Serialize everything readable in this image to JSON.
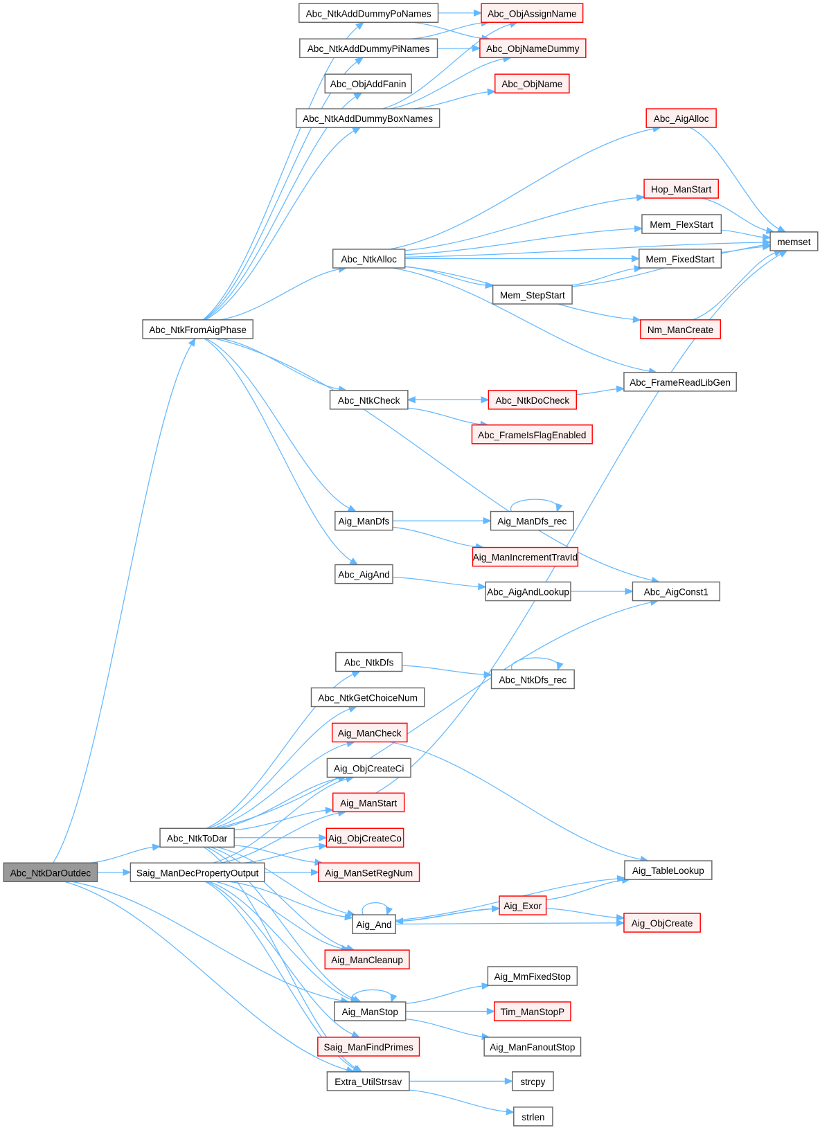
{
  "graph": {
    "title": "Call graph of Abc_NtkDarOutdec",
    "edge_color": "#63b8ff",
    "highlight_border_color": "#ff0000",
    "root_fill_color": "#999999",
    "nodes": [
      {
        "id": "Abc_NtkDarOutdec",
        "label": "Abc_NtkDarOutdec",
        "style": "root"
      },
      {
        "id": "Abc_NtkFromAigPhase",
        "label": "Abc_NtkFromAigPhase",
        "style": "normal"
      },
      {
        "id": "Abc_NtkToDar",
        "label": "Abc_NtkToDar",
        "style": "normal"
      },
      {
        "id": "Saig_ManDecPropertyOutput",
        "label": "Saig_ManDecPropertyOutput",
        "style": "normal"
      },
      {
        "id": "Abc_NtkAddDummyPoNames",
        "label": "Abc_NtkAddDummyPoNames",
        "style": "normal"
      },
      {
        "id": "Abc_NtkAddDummyPiNames",
        "label": "Abc_NtkAddDummyPiNames",
        "style": "normal"
      },
      {
        "id": "Abc_ObjAddFanin",
        "label": "Abc_ObjAddFanin",
        "style": "normal"
      },
      {
        "id": "Abc_NtkAddDummyBoxNames",
        "label": "Abc_NtkAddDummyBoxNames",
        "style": "normal"
      },
      {
        "id": "Abc_ObjAssignName",
        "label": "Abc_ObjAssignName",
        "style": "red"
      },
      {
        "id": "Abc_ObjNameDummy",
        "label": "Abc_ObjNameDummy",
        "style": "red"
      },
      {
        "id": "Abc_ObjName",
        "label": "Abc_ObjName",
        "style": "red"
      },
      {
        "id": "Abc_AigAlloc",
        "label": "Abc_AigAlloc",
        "style": "red"
      },
      {
        "id": "Hop_ManStart",
        "label": "Hop_ManStart",
        "style": "red"
      },
      {
        "id": "Mem_FlexStart",
        "label": "Mem_FlexStart",
        "style": "normal"
      },
      {
        "id": "Mem_FixedStart",
        "label": "Mem_FixedStart",
        "style": "normal"
      },
      {
        "id": "memset",
        "label": "memset",
        "style": "normal"
      },
      {
        "id": "Abc_NtkAlloc",
        "label": "Abc_NtkAlloc",
        "style": "normal"
      },
      {
        "id": "Mem_StepStart",
        "label": "Mem_StepStart",
        "style": "normal"
      },
      {
        "id": "Nm_ManCreate",
        "label": "Nm_ManCreate",
        "style": "red"
      },
      {
        "id": "Abc_FrameReadLibGen",
        "label": "Abc_FrameReadLibGen",
        "style": "normal"
      },
      {
        "id": "Abc_NtkCheck",
        "label": "Abc_NtkCheck",
        "style": "normal"
      },
      {
        "id": "Abc_NtkDoCheck",
        "label": "Abc_NtkDoCheck",
        "style": "red"
      },
      {
        "id": "Abc_FrameIsFlagEnabled",
        "label": "Abc_FrameIsFlagEnabled",
        "style": "red"
      },
      {
        "id": "Aig_ManDfs",
        "label": "Aig_ManDfs",
        "style": "normal"
      },
      {
        "id": "Aig_ManDfs_rec",
        "label": "Aig_ManDfs_rec",
        "style": "normal"
      },
      {
        "id": "Aig_ManIncrementTravId",
        "label": "Aig_ManIncrementTravId",
        "style": "red"
      },
      {
        "id": "Abc_AigAnd",
        "label": "Abc_AigAnd",
        "style": "normal"
      },
      {
        "id": "Abc_AigAndLookup",
        "label": "Abc_AigAndLookup",
        "style": "normal"
      },
      {
        "id": "Abc_AigConst1",
        "label": "Abc_AigConst1",
        "style": "normal"
      },
      {
        "id": "Abc_NtkDfs",
        "label": "Abc_NtkDfs",
        "style": "normal"
      },
      {
        "id": "Abc_NtkDfs_rec",
        "label": "Abc_NtkDfs_rec",
        "style": "normal"
      },
      {
        "id": "Abc_NtkGetChoiceNum",
        "label": "Abc_NtkGetChoiceNum",
        "style": "normal"
      },
      {
        "id": "Aig_ManCheck",
        "label": "Aig_ManCheck",
        "style": "red"
      },
      {
        "id": "Aig_ObjCreateCi",
        "label": "Aig_ObjCreateCi",
        "style": "normal"
      },
      {
        "id": "Aig_ManStart",
        "label": "Aig_ManStart",
        "style": "red"
      },
      {
        "id": "Aig_ObjCreateCo",
        "label": "Aig_ObjCreateCo",
        "style": "red"
      },
      {
        "id": "Aig_ManSetRegNum",
        "label": "Aig_ManSetRegNum",
        "style": "red"
      },
      {
        "id": "Aig_TableLookup",
        "label": "Aig_TableLookup",
        "style": "normal"
      },
      {
        "id": "Aig_Exor",
        "label": "Aig_Exor",
        "style": "red"
      },
      {
        "id": "Aig_And",
        "label": "Aig_And",
        "style": "normal"
      },
      {
        "id": "Aig_ObjCreate",
        "label": "Aig_ObjCreate",
        "style": "red"
      },
      {
        "id": "Aig_ManCleanup",
        "label": "Aig_ManCleanup",
        "style": "red"
      },
      {
        "id": "Aig_MmFixedStop",
        "label": "Aig_MmFixedStop",
        "style": "normal"
      },
      {
        "id": "Aig_ManStop",
        "label": "Aig_ManStop",
        "style": "normal"
      },
      {
        "id": "Tim_ManStopP",
        "label": "Tim_ManStopP",
        "style": "red"
      },
      {
        "id": "Aig_ManFanoutStop",
        "label": "Aig_ManFanoutStop",
        "style": "normal"
      },
      {
        "id": "Saig_ManFindPrimes",
        "label": "Saig_ManFindPrimes",
        "style": "red"
      },
      {
        "id": "Extra_UtilStrsav",
        "label": "Extra_UtilStrsav",
        "style": "normal"
      },
      {
        "id": "strcpy",
        "label": "strcpy",
        "style": "normal"
      },
      {
        "id": "strlen",
        "label": "strlen",
        "style": "normal"
      }
    ],
    "edges": [
      [
        "Abc_NtkDarOutdec",
        "Abc_NtkFromAigPhase"
      ],
      [
        "Abc_NtkDarOutdec",
        "Abc_NtkToDar"
      ],
      [
        "Abc_NtkDarOutdec",
        "Saig_ManDecPropertyOutput"
      ],
      [
        "Abc_NtkDarOutdec",
        "Aig_ManStop"
      ],
      [
        "Abc_NtkDarOutdec",
        "Extra_UtilStrsav"
      ],
      [
        "Abc_NtkFromAigPhase",
        "Abc_NtkAddDummyPoNames"
      ],
      [
        "Abc_NtkFromAigPhase",
        "Abc_NtkAddDummyPiNames"
      ],
      [
        "Abc_NtkFromAigPhase",
        "Abc_ObjAddFanin"
      ],
      [
        "Abc_NtkFromAigPhase",
        "Abc_NtkAddDummyBoxNames"
      ],
      [
        "Abc_NtkFromAigPhase",
        "Abc_NtkAlloc"
      ],
      [
        "Abc_NtkFromAigPhase",
        "Abc_NtkCheck"
      ],
      [
        "Abc_NtkFromAigPhase",
        "Abc_AigConst1"
      ],
      [
        "Abc_NtkFromAigPhase",
        "Aig_ManDfs"
      ],
      [
        "Abc_NtkFromAigPhase",
        "Abc_AigAnd"
      ],
      [
        "Abc_NtkAddDummyPoNames",
        "Abc_ObjAssignName"
      ],
      [
        "Abc_NtkAddDummyPoNames",
        "Abc_ObjNameDummy"
      ],
      [
        "Abc_NtkAddDummyPiNames",
        "Abc_ObjAssignName"
      ],
      [
        "Abc_NtkAddDummyPiNames",
        "Abc_ObjNameDummy"
      ],
      [
        "Abc_NtkAddDummyBoxNames",
        "Abc_ObjAssignName"
      ],
      [
        "Abc_NtkAddDummyBoxNames",
        "Abc_ObjNameDummy"
      ],
      [
        "Abc_NtkAddDummyBoxNames",
        "Abc_ObjName"
      ],
      [
        "Abc_NtkAlloc",
        "Abc_AigAlloc"
      ],
      [
        "Abc_NtkAlloc",
        "memset"
      ],
      [
        "Abc_NtkAlloc",
        "Hop_ManStart"
      ],
      [
        "Abc_NtkAlloc",
        "Mem_FlexStart"
      ],
      [
        "Abc_NtkAlloc",
        "Mem_FixedStart"
      ],
      [
        "Abc_NtkAlloc",
        "Mem_StepStart"
      ],
      [
        "Abc_NtkAlloc",
        "Nm_ManCreate"
      ],
      [
        "Abc_NtkAlloc",
        "Abc_FrameReadLibGen"
      ],
      [
        "Abc_AigAlloc",
        "memset"
      ],
      [
        "Hop_ManStart",
        "memset"
      ],
      [
        "Mem_FlexStart",
        "memset"
      ],
      [
        "Mem_FixedStart",
        "memset"
      ],
      [
        "Mem_StepStart",
        "Mem_FixedStart"
      ],
      [
        "Mem_StepStart",
        "memset"
      ],
      [
        "Nm_ManCreate",
        "memset"
      ],
      [
        "Abc_NtkCheck",
        "Abc_NtkDoCheck"
      ],
      [
        "Abc_NtkCheck",
        "Abc_FrameIsFlagEnabled"
      ],
      [
        "Abc_NtkDoCheck",
        "Abc_NtkCheck"
      ],
      [
        "Abc_NtkDoCheck",
        "Abc_FrameReadLibGen"
      ],
      [
        "Aig_ManDfs",
        "Aig_ManDfs_rec"
      ],
      [
        "Aig_ManDfs",
        "Aig_ManIncrementTravId"
      ],
      [
        "Aig_ManDfs_rec",
        "Aig_ManDfs_rec"
      ],
      [
        "Abc_AigAnd",
        "Abc_AigAndLookup"
      ],
      [
        "Abc_AigAndLookup",
        "Abc_AigConst1"
      ],
      [
        "Abc_NtkToDar",
        "Abc_AigConst1"
      ],
      [
        "Abc_NtkToDar",
        "Abc_NtkDfs"
      ],
      [
        "Abc_NtkToDar",
        "Abc_NtkGetChoiceNum"
      ],
      [
        "Abc_NtkToDar",
        "Aig_ManCheck"
      ],
      [
        "Abc_NtkToDar",
        "Aig_ObjCreateCi"
      ],
      [
        "Abc_NtkToDar",
        "Aig_ManStart"
      ],
      [
        "Abc_NtkToDar",
        "Aig_ObjCreateCo"
      ],
      [
        "Abc_NtkToDar",
        "Aig_ManSetRegNum"
      ],
      [
        "Abc_NtkToDar",
        "Aig_And"
      ],
      [
        "Abc_NtkToDar",
        "Aig_ManCleanup"
      ],
      [
        "Abc_NtkToDar",
        "Aig_ManStop"
      ],
      [
        "Abc_NtkToDar",
        "Extra_UtilStrsav"
      ],
      [
        "Abc_NtkDfs",
        "Abc_NtkDfs_rec"
      ],
      [
        "Abc_NtkDfs_rec",
        "Abc_NtkDfs_rec"
      ],
      [
        "Aig_ManCheck",
        "Aig_TableLookup"
      ],
      [
        "Aig_ManStart",
        "memset"
      ],
      [
        "Saig_ManDecPropertyOutput",
        "Aig_ObjCreateCi"
      ],
      [
        "Saig_ManDecPropertyOutput",
        "Aig_ManStart"
      ],
      [
        "Saig_ManDecPropertyOutput",
        "Aig_ObjCreateCo"
      ],
      [
        "Saig_ManDecPropertyOutput",
        "Aig_ManSetRegNum"
      ],
      [
        "Saig_ManDecPropertyOutput",
        "Aig_And"
      ],
      [
        "Saig_ManDecPropertyOutput",
        "Aig_ManCleanup"
      ],
      [
        "Saig_ManDecPropertyOutput",
        "Saig_ManFindPrimes"
      ],
      [
        "Saig_ManDecPropertyOutput",
        "Aig_ManStop"
      ],
      [
        "Saig_ManDecPropertyOutput",
        "Extra_UtilStrsav"
      ],
      [
        "Aig_And",
        "Aig_And"
      ],
      [
        "Aig_And",
        "Aig_TableLookup"
      ],
      [
        "Aig_And",
        "Aig_Exor"
      ],
      [
        "Aig_And",
        "Aig_ObjCreate"
      ],
      [
        "Aig_Exor",
        "Aig_And"
      ],
      [
        "Aig_Exor",
        "Aig_TableLookup"
      ],
      [
        "Aig_Exor",
        "Aig_ObjCreate"
      ],
      [
        "Aig_ManStop",
        "Aig_ManStop"
      ],
      [
        "Aig_ManStop",
        "Aig_MmFixedStop"
      ],
      [
        "Aig_ManStop",
        "Tim_ManStopP"
      ],
      [
        "Aig_ManStop",
        "Aig_ManFanoutStop"
      ],
      [
        "Extra_UtilStrsav",
        "strcpy"
      ],
      [
        "Extra_UtilStrsav",
        "strlen"
      ]
    ]
  }
}
